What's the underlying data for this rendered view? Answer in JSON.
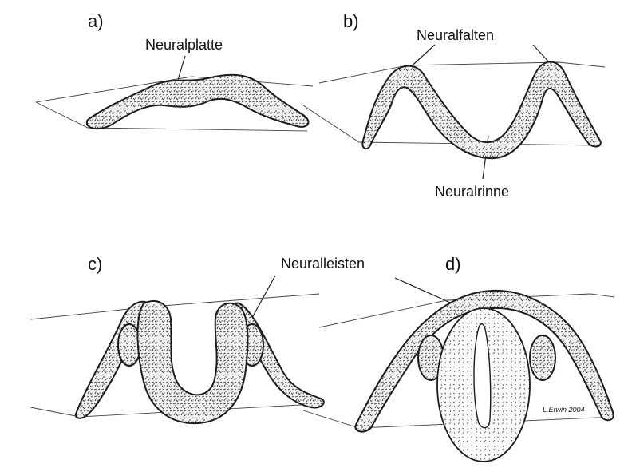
{
  "panels": {
    "a": {
      "letter": "a)",
      "label": "Neuralplatte"
    },
    "b": {
      "letter": "b)",
      "label_folds": "Neuralfalten",
      "label_groove": "Neuralrinne"
    },
    "c": {
      "letter": "c)",
      "label_crest": "Neuralleisten"
    },
    "d": {
      "letter": "d)"
    }
  },
  "signature": "L.Erwin 2004"
}
